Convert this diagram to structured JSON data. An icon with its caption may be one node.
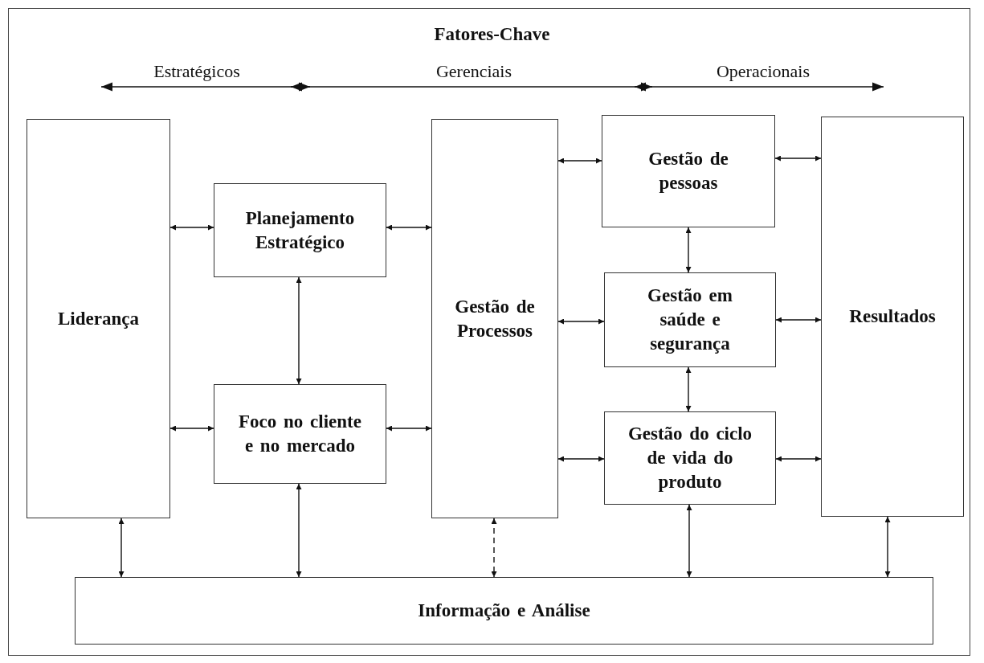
{
  "diagram": {
    "title": "Fatores-Chave",
    "nodes": [
      {
        "text": [
          "Liderança"
        ]
      },
      {
        "text": [
          "Planejamento Estratégico"
        ]
      },
      {
        "text": [
          "Foco no cliente e no mercado"
        ]
      },
      {
        "text": [
          "Gestão de Processos"
        ]
      },
      {
        "text": [
          "Gestão de pessoas"
        ]
      },
      {
        "text": [
          "Gestão em saúde e segurança"
        ]
      },
      {
        "text": [
          "Gestão do ciclo de vida do produto"
        ]
      },
      {
        "text": [
          "Resultados"
        ]
      },
      {
        "text": [
          "Informação e Análise"
        ]
      }
    ],
    "edges": [
      {
        "from": 0,
        "to": 1,
        "arrow": "both"
      },
      {
        "from": 1,
        "to": 3,
        "arrow": "both"
      },
      {
        "from": 0,
        "to": 2,
        "arrow": "both"
      },
      {
        "from": 2,
        "to": 3,
        "arrow": "both"
      },
      {
        "from": 1,
        "to": 2,
        "arrow": "both"
      },
      {
        "from": 3,
        "to": 4,
        "arrow": "both"
      },
      {
        "from": 3,
        "to": 5,
        "arrow": "both"
      },
      {
        "from": 3,
        "to": 6,
        "arrow": "both"
      },
      {
        "from": 4,
        "to": 5,
        "arrow": "both"
      },
      {
        "from": 5,
        "to": 6,
        "arrow": "both"
      },
      {
        "from": 4,
        "to": 7,
        "arrow": "both"
      },
      {
        "from": 5,
        "to": 7,
        "arrow": "both"
      },
      {
        "from": 6,
        "to": 7,
        "arrow": "both"
      },
      {
        "from": 0,
        "to": 8,
        "arrow": "both"
      },
      {
        "from": 2,
        "to": 8,
        "arrow": "both"
      },
      {
        "from": 3,
        "to": 8,
        "arrow": "both",
        "style": "dashed"
      },
      {
        "from": 6,
        "to": 8,
        "arrow": "both"
      },
      {
        "from": 7,
        "to": 8,
        "arrow": "both"
      }
    ],
    "labels": [
      "Estratégicos",
      "Gerenciais",
      "Operacionais"
    ]
  }
}
